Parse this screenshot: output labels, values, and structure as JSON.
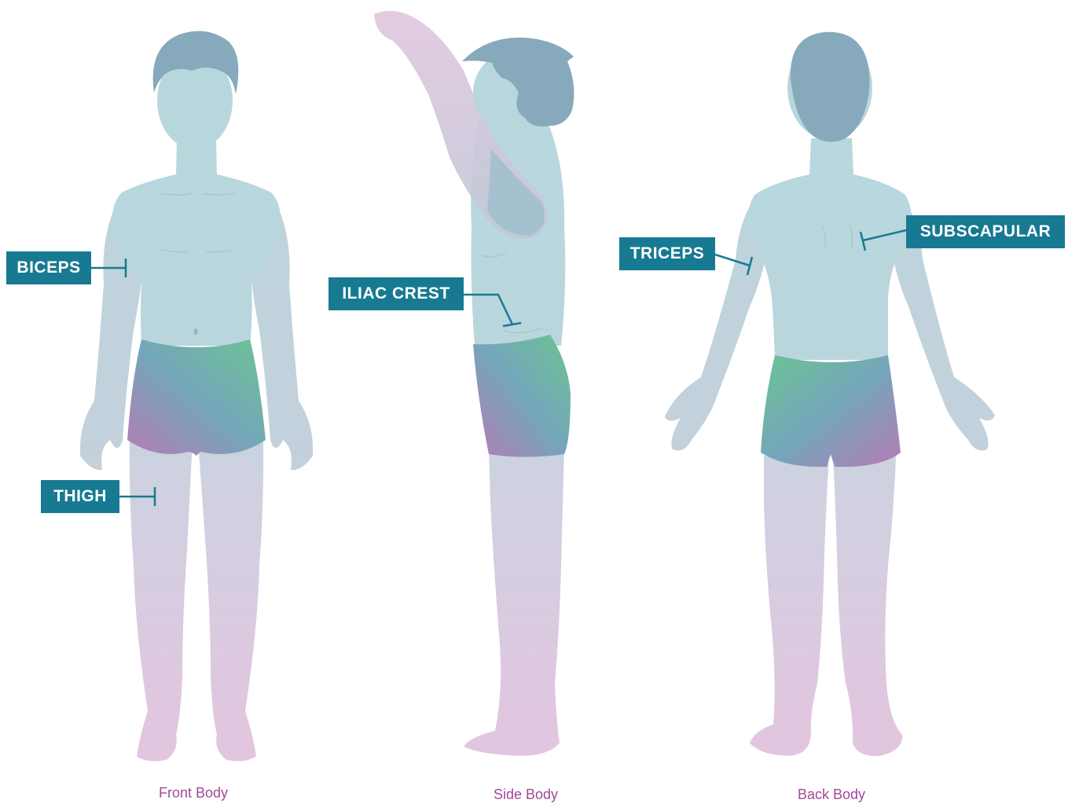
{
  "labels": {
    "biceps": "BICEPS",
    "thigh": "THIGH",
    "iliac_crest": "ILIAC CREST",
    "triceps": "TRICEPS",
    "subscapular": "SUBSCAPULAR"
  },
  "captions": {
    "front": "Front Body",
    "side": "Side Body",
    "back": "Back Body"
  },
  "colors": {
    "label_bg": "#177a92",
    "caption": "#a04a9a",
    "skin_top": "#b7d8dd",
    "skin_bottom": "#e4c5df",
    "hair": "#86a9bc",
    "shorts_green": "#6cc08f",
    "shorts_teal": "#70a5b8",
    "shorts_purple": "#b07ab0"
  }
}
